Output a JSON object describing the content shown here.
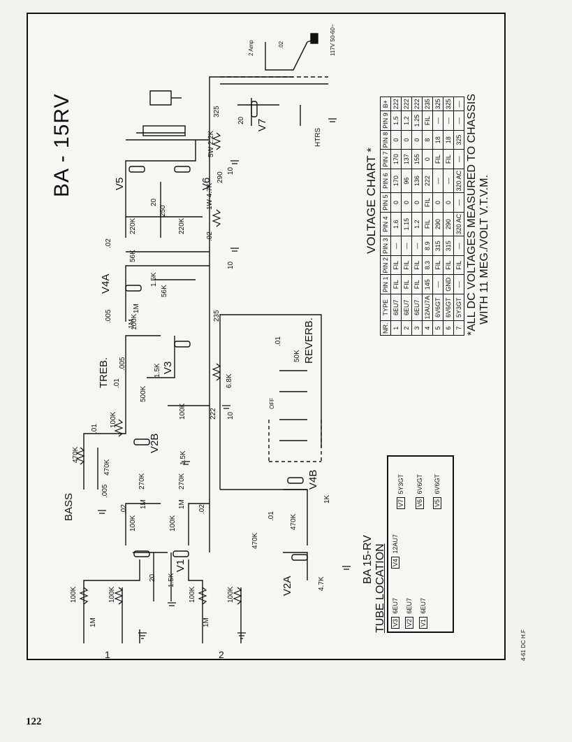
{
  "diagram": {
    "model_title": "BA - 15RV",
    "page_number": "122",
    "corner_code": "4-61 DC H.F",
    "inputs": [
      "1",
      "2"
    ],
    "section_labels": {
      "bass": "BASS",
      "treble": "TREB.",
      "reverb": "REVERB.",
      "htrs": "HTRS",
      "power": "117V 50-60~",
      "fuse": "2 Amp",
      "cap_02_power": ".02",
      "off": "OFF"
    },
    "tube_labels": [
      "V1",
      "V2A",
      "V2B",
      "V3",
      "V4A",
      "V4B",
      "V5",
      "V6",
      "V7"
    ],
    "component_labels": [
      "100K",
      "1M",
      "100K",
      "1M",
      "100K",
      "100K",
      "20",
      "1.5K",
      "100K",
      "100K",
      ".02",
      ".02",
      "1M",
      "1M",
      "270K",
      "270K",
      "470K",
      ".005",
      "470K",
      ".01",
      "100K",
      "1.5K",
      "1M",
      "1.5K",
      ".005",
      "500K",
      ".01",
      "100K",
      ".005",
      "1M",
      "100K",
      "1.5K",
      "56K",
      ".02",
      "56K",
      "220K",
      "220K",
      "20",
      "250",
      "10",
      ".02",
      "1W 4.7K",
      "290",
      "10",
      "5W 2.2K",
      "20",
      "325",
      "235",
      "222",
      "10",
      "6.8K",
      "470K",
      "470K",
      ".01",
      "4.7K",
      "1K",
      ".01",
      "50K"
    ],
    "voltage_chart": {
      "title": "VOLTAGE CHART *",
      "headers": [
        "NR.",
        "TYPE",
        "PIN 1",
        "PIN 2",
        "PIN 3",
        "PIN 4",
        "PIN 5",
        "PIN 6",
        "PIN 7",
        "PIN 8",
        "PIN 9",
        "B+"
      ],
      "rows": [
        [
          "1",
          "6EU7",
          "FIL",
          "FIL",
          "—",
          "1.6",
          "0",
          "170",
          "170",
          "0",
          "1.5",
          "222"
        ],
        [
          "2",
          "6EU7",
          "FIL",
          "FIL",
          "—",
          "1.15",
          "0",
          "96",
          "137",
          "0",
          "1.2",
          "222"
        ],
        [
          "3",
          "6EU7",
          "FIL",
          "FIL",
          "—",
          "1.2",
          "0",
          "136",
          "155",
          "0",
          "1.25",
          "222"
        ],
        [
          "4",
          "12AU7A",
          "145",
          "8.3",
          "8.9",
          "FIL",
          "FIL",
          "222",
          "0",
          "8",
          "FIL",
          "235"
        ],
        [
          "5",
          "6V6GT",
          "—",
          "FIL",
          "315",
          "290",
          "0",
          "—",
          "FIL",
          "18",
          "—",
          "325"
        ],
        [
          "6",
          "6V6GT",
          "GND",
          "FIL",
          "315",
          "290",
          "0",
          "—",
          "FIL",
          "18",
          "—",
          "325"
        ],
        [
          "7",
          "5Y3GT",
          "—",
          "FIL",
          "—",
          "320 AC",
          "—",
          "320 AC",
          "—",
          "325",
          "—",
          "—"
        ]
      ],
      "note_line1": "*ALL DC VOLTAGES MEASURED TO CHASSIS",
      "note_line2": "WITH 11 MEG./VOLT V.T.V.M."
    },
    "tube_location": {
      "title": "BA 15-RV",
      "subtitle": "TUBE LOCATION",
      "tubes": [
        {
          "pos": "V1",
          "type": "6EU7"
        },
        {
          "pos": "V2",
          "type": "6EU7"
        },
        {
          "pos": "V3",
          "type": "6EU7"
        },
        {
          "pos": "V4",
          "type": "12AU7"
        },
        {
          "pos": "V5",
          "type": "6V6GT"
        },
        {
          "pos": "V6",
          "type": "6V6GT"
        },
        {
          "pos": "V7",
          "type": "5Y3GT"
        }
      ]
    }
  }
}
